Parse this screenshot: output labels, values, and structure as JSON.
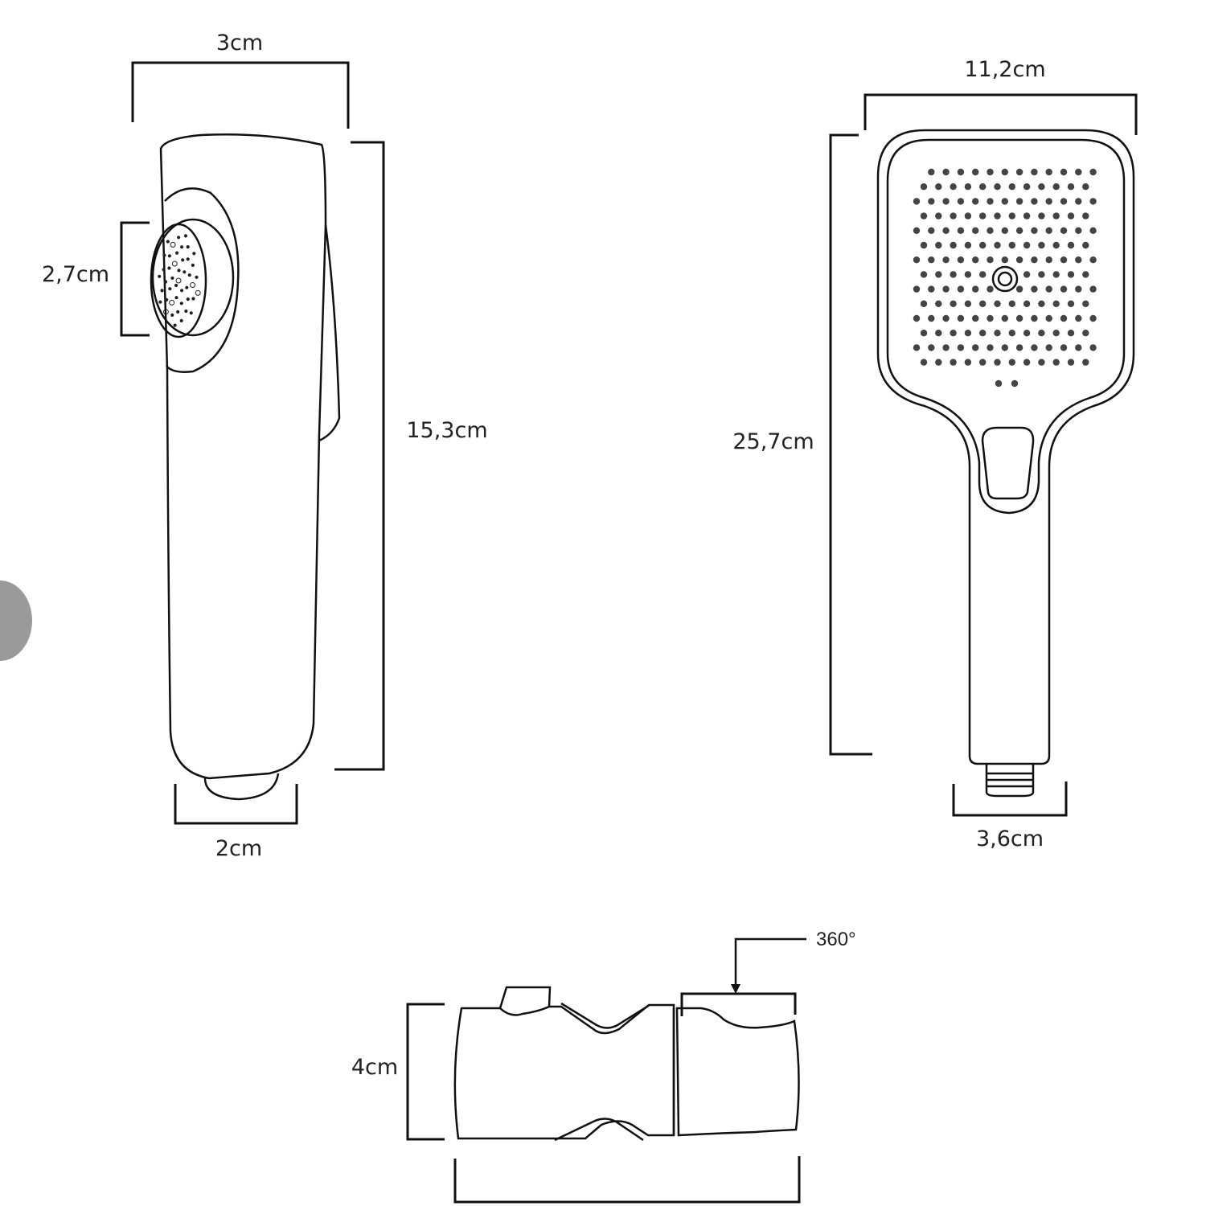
{
  "diagram": {
    "side_view": {
      "width_label": "3cm",
      "nozzle_label": "2,7cm",
      "height_label": "15,3cm",
      "base_label": "2cm"
    },
    "front_view": {
      "width_label": "11,2cm",
      "height_label": "25,7cm",
      "connector_label": "3,6cm"
    },
    "slider_view": {
      "height_label": "4cm",
      "rotation_label": "360°"
    }
  }
}
